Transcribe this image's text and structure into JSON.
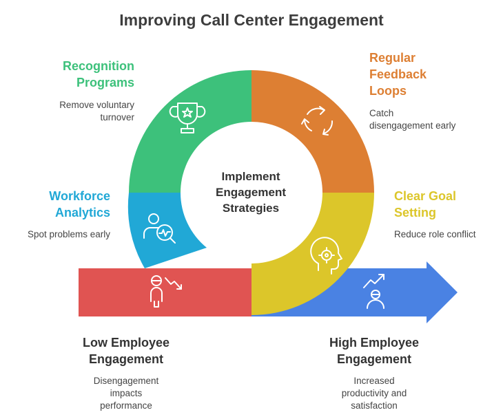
{
  "title": "Improving Call Center Engagement",
  "hub": {
    "line1": "Implement",
    "line2": "Engagement",
    "line3": "Strategies"
  },
  "segments": {
    "recognition": {
      "title_l1": "Recognition",
      "title_l2": "Programs",
      "desc_l1": "Remove voluntary",
      "desc_l2": "turnover",
      "color": "#3dc17b",
      "icon": "trophy-icon"
    },
    "feedback": {
      "title_l1": "Regular",
      "title_l2": "Feedback",
      "title_l3": "Loops",
      "desc_l1": "Catch",
      "desc_l2": "disengagement early",
      "color": "#dd7f33",
      "icon": "cycle-arrows-icon"
    },
    "workforce": {
      "title_l1": "Workforce",
      "title_l2": "Analytics",
      "desc_l1": "Spot problems early",
      "color": "#21a8d6",
      "icon": "user-analytics-icon"
    },
    "goal": {
      "title_l1": "Clear Goal",
      "title_l2": "Setting",
      "desc_l1": "Reduce role conflict",
      "color": "#dcc62a",
      "icon": "head-target-icon"
    }
  },
  "low": {
    "title_l1": "Low Employee",
    "title_l2": "Engagement",
    "desc_l1": "Disengagement",
    "desc_l2": "impacts",
    "desc_l3": "performance",
    "color": "#e05452",
    "icon": "person-down-icon"
  },
  "high": {
    "title_l1": "High Employee",
    "title_l2": "Engagement",
    "desc_l1": "Increased",
    "desc_l2": "productivity and",
    "desc_l3": "satisfaction",
    "color": "#4a82e3",
    "icon": "person-growth-icon"
  }
}
